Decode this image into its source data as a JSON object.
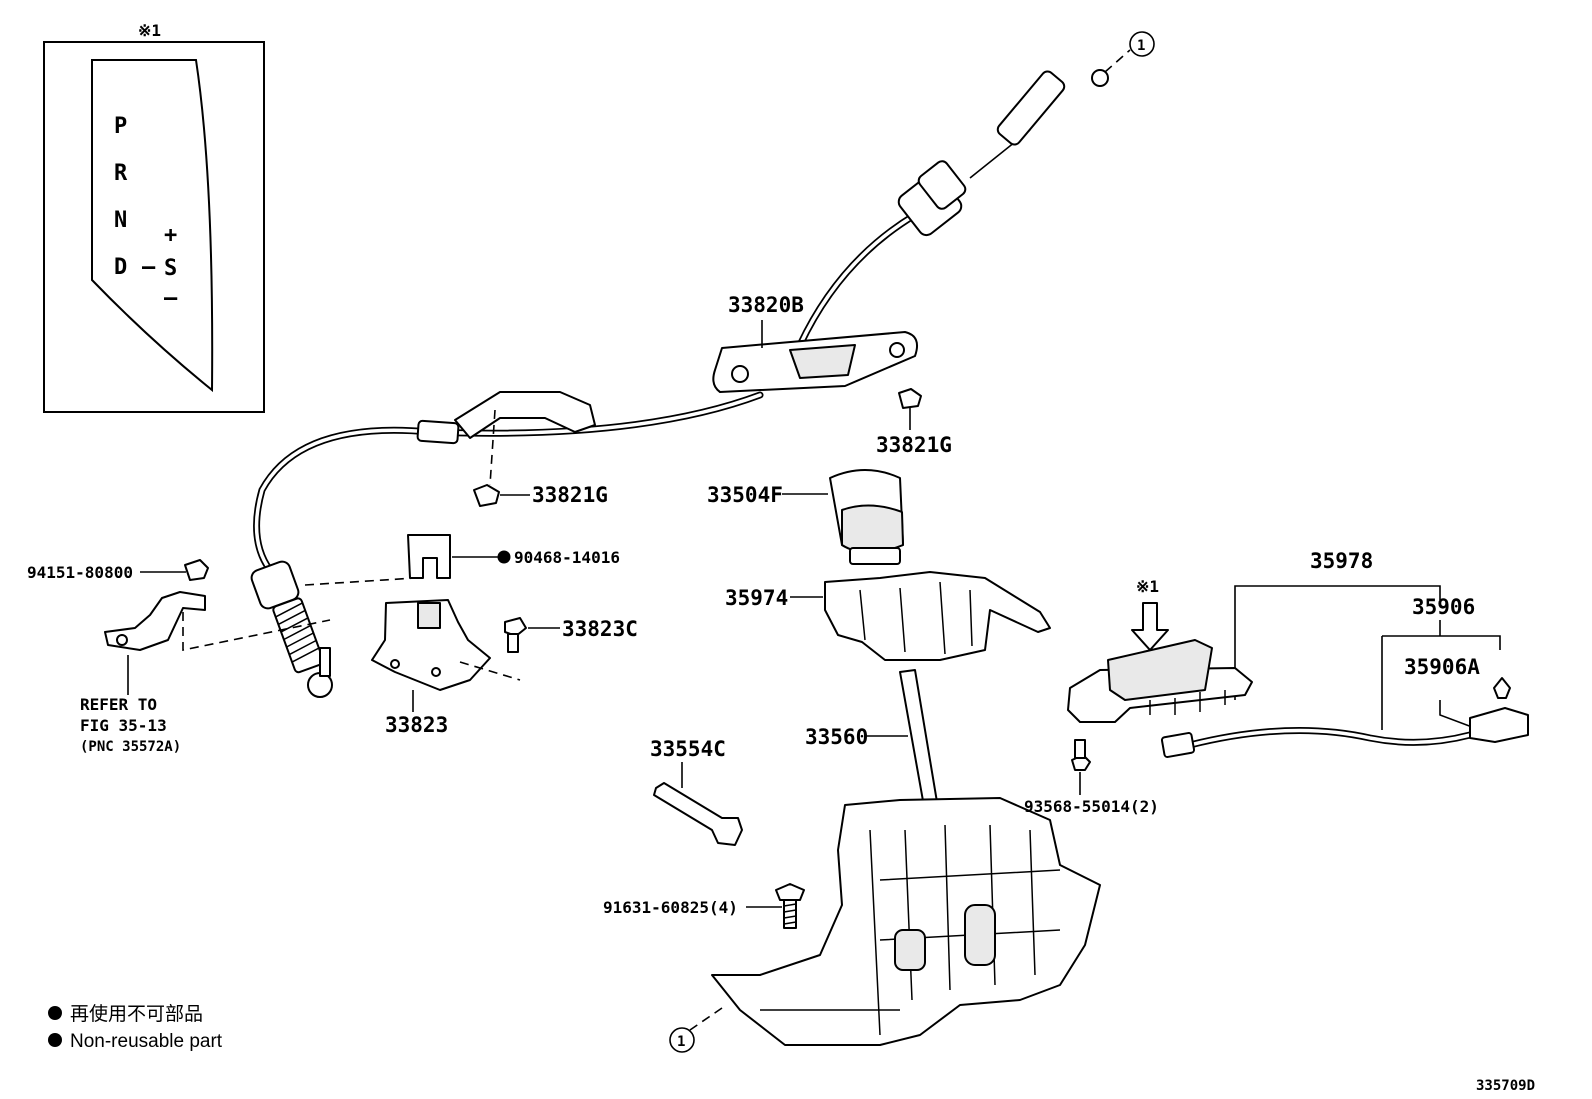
{
  "diagram": {
    "note_mark": "※1",
    "circle_ref": "1",
    "gate": {
      "p": "P",
      "r": "R",
      "n": "N",
      "d": "D",
      "dash": "–",
      "s": "S",
      "plus": "+",
      "minus": "–"
    },
    "parts": {
      "p33820B": "33820B",
      "p33821G_upper": "33821G",
      "p33821G_lower": "33821G",
      "p33504F": "33504F",
      "p35974": "35974",
      "p94151": "94151-80800",
      "p90468": "90468-14016",
      "p33823C": "33823C",
      "p33823": "33823",
      "p35978": "35978",
      "p35906": "35906",
      "p35906A": "35906A",
      "p33560": "33560",
      "p33554C": "33554C",
      "p93568": "93568-55014(2)",
      "p91631": "91631-60825(4)"
    },
    "refer": {
      "line1": "REFER TO",
      "line2": "FIG 35-13",
      "line3": "(PNC 35572A)"
    },
    "legend": {
      "jp": "再使用不可部品",
      "en": "Non-reusable part"
    },
    "figure_id": "335709D"
  }
}
